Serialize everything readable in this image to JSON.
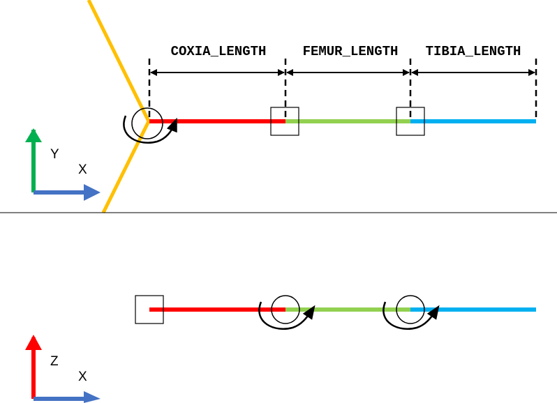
{
  "colors": {
    "coxia": "#ff0000",
    "femur": "#92d050",
    "tibia": "#00b0f0",
    "body": "#ffc000",
    "axis_x": "#4472c4",
    "axis_y": "#00b050",
    "axis_z": "#ff0000"
  },
  "dimensions": {
    "coxia_label": "COXIA_LENGTH",
    "femur_label": "FEMUR_LENGTH",
    "tibia_label": "TIBIA_LENGTH"
  },
  "top_view": {
    "axis_vertical_label": "Y",
    "axis_horizontal_label": "X",
    "icons": [
      "rotation-joint-icon",
      "fixed-joint-icon",
      "fixed-joint-icon"
    ]
  },
  "side_view": {
    "axis_vertical_label": "Z",
    "axis_horizontal_label": "X",
    "icons": [
      "fixed-joint-icon",
      "rotation-joint-icon",
      "rotation-joint-icon"
    ]
  }
}
